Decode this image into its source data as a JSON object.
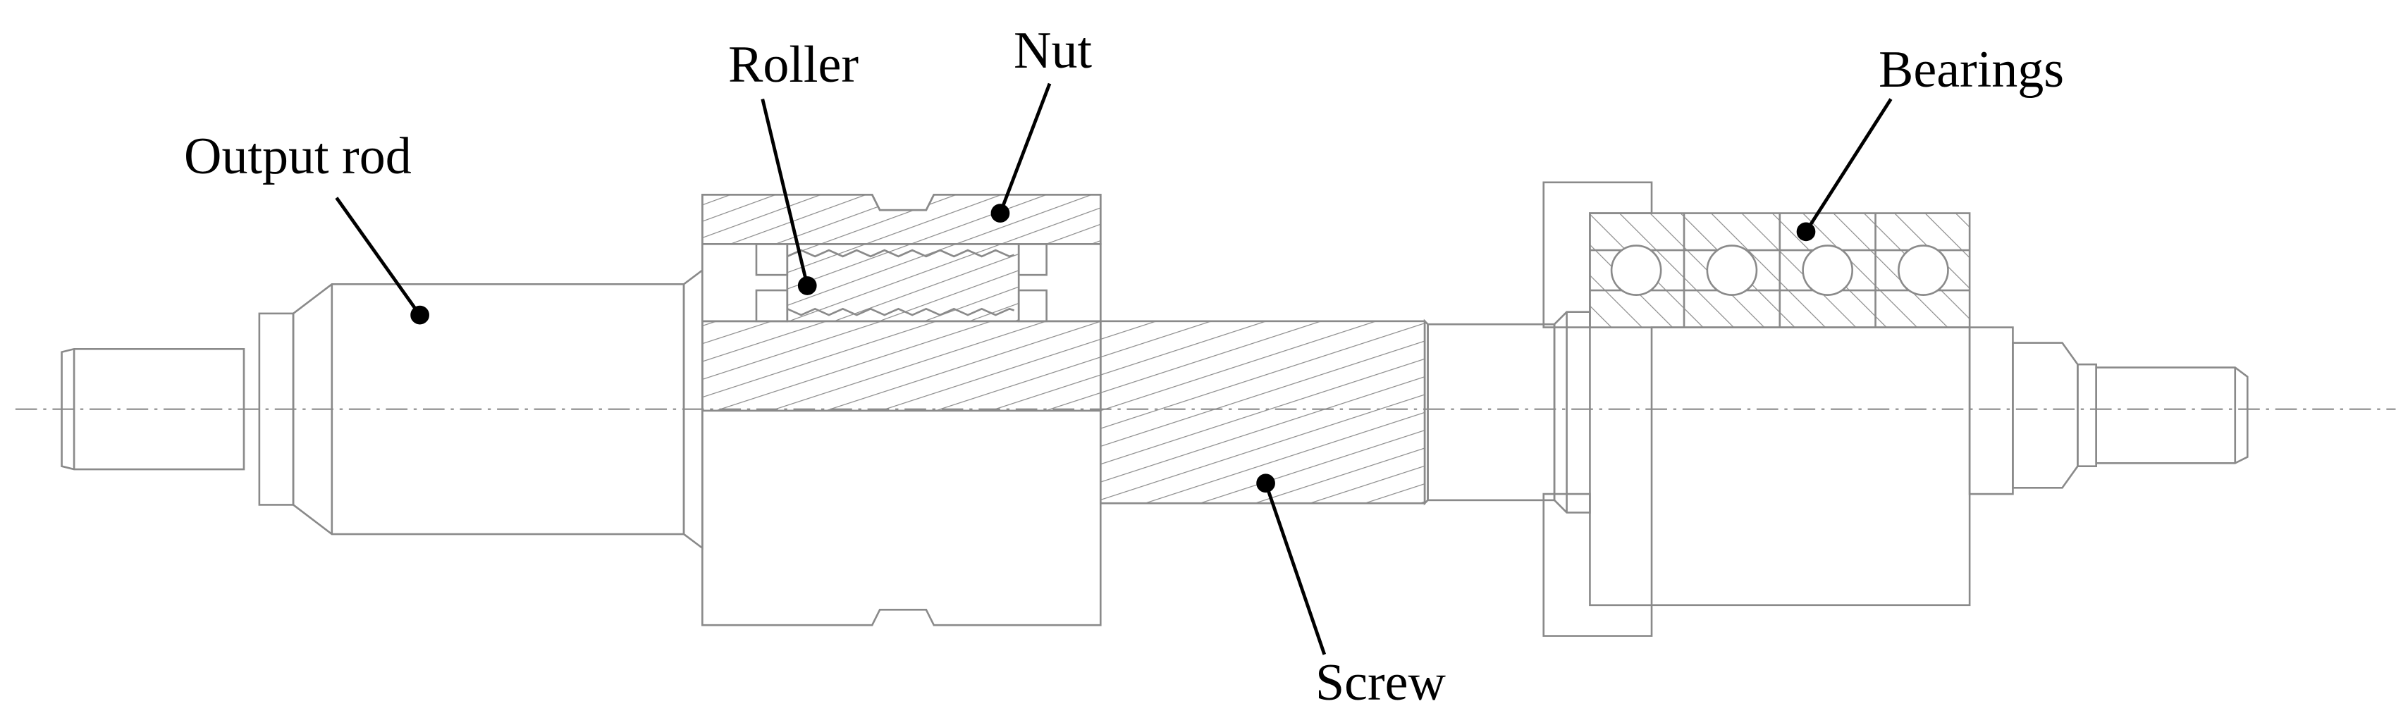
{
  "labels": {
    "output_rod": "Output rod",
    "roller": "Roller",
    "nut": "Nut",
    "bearings": "Bearings",
    "screw": "Screw"
  },
  "colors": {
    "outline": "#8a8a8a",
    "hatch": "#8a8a8a",
    "leader": "#000000",
    "centerline": "#8a8a8a",
    "background": "#ffffff"
  }
}
